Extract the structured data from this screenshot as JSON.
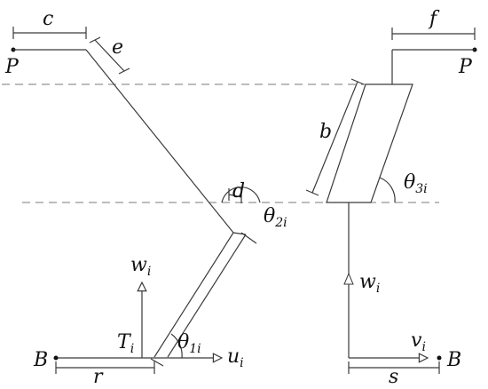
{
  "labels": {
    "P_left": {
      "main": "P"
    },
    "P_right": {
      "main": "P"
    },
    "B_left": {
      "main": "B"
    },
    "B_right": {
      "main": "B"
    },
    "c": {
      "main": "c"
    },
    "e": {
      "main": "e"
    },
    "f": {
      "main": "f"
    },
    "b": {
      "main": "b"
    },
    "d": {
      "main": "d"
    },
    "r": {
      "main": "r"
    },
    "s": {
      "main": "s"
    },
    "theta2": {
      "main": "θ",
      "sub": "2i"
    },
    "theta3": {
      "main": "θ",
      "sub": "3i"
    },
    "theta1": {
      "main": "θ",
      "sub": "1i"
    },
    "T": {
      "main": "T",
      "sub": "i"
    },
    "w_left": {
      "main": "w",
      "sub": "i"
    },
    "w_right": {
      "main": "w",
      "sub": "i"
    },
    "u": {
      "main": "u",
      "sub": "i"
    },
    "v": {
      "main": "v",
      "sub": "i"
    }
  }
}
